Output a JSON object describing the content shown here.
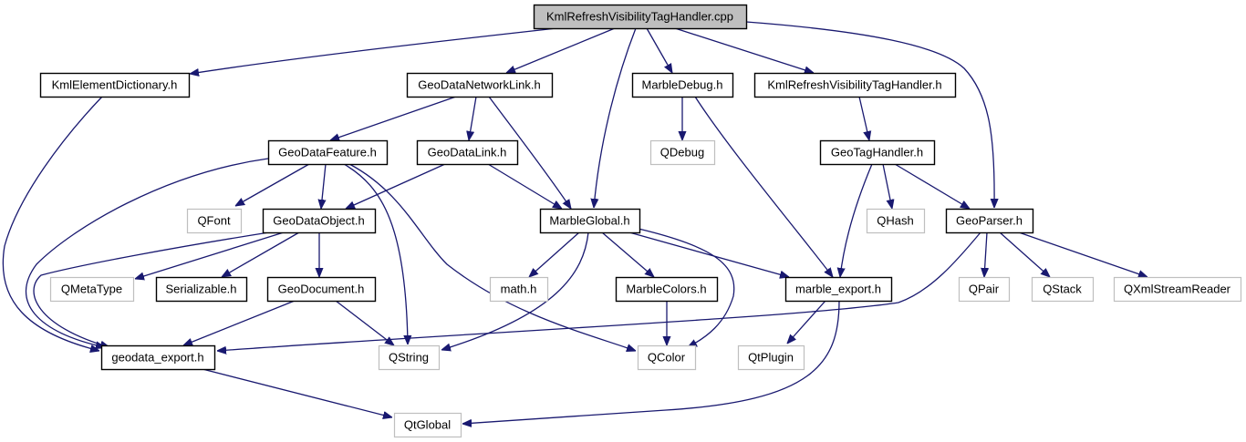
{
  "diagram": {
    "title": "KmlRefreshVisibilityTagHandler.cpp",
    "type": "include-dependency-graph",
    "colors": {
      "edge": "#191970",
      "root_fill": "#bfbfbf",
      "root_border": "#000000",
      "documented_border": "#000000",
      "external_border": "#bfbfbf",
      "node_fill": "#ffffff"
    },
    "nodes": [
      {
        "id": "root",
        "label": "KmlRefreshVisibilityTagHandler.cpp",
        "kind": "root"
      },
      {
        "id": "kmlelementdictionary",
        "label": "KmlElementDictionary.h",
        "kind": "documented"
      },
      {
        "id": "geodatanetworklink",
        "label": "GeoDataNetworkLink.h",
        "kind": "documented"
      },
      {
        "id": "marbledebug",
        "label": "MarbleDebug.h",
        "kind": "documented"
      },
      {
        "id": "kmlrefreshh",
        "label": "KmlRefreshVisibilityTagHandler.h",
        "kind": "documented"
      },
      {
        "id": "geodatafeature",
        "label": "GeoDataFeature.h",
        "kind": "documented"
      },
      {
        "id": "geodatalink",
        "label": "GeoDataLink.h",
        "kind": "documented"
      },
      {
        "id": "qdebug",
        "label": "QDebug",
        "kind": "external"
      },
      {
        "id": "geotaghandler",
        "label": "GeoTagHandler.h",
        "kind": "documented"
      },
      {
        "id": "qfont",
        "label": "QFont",
        "kind": "external"
      },
      {
        "id": "geodataobject",
        "label": "GeoDataObject.h",
        "kind": "documented"
      },
      {
        "id": "marbleglobal",
        "label": "MarbleGlobal.h",
        "kind": "documented"
      },
      {
        "id": "qhash",
        "label": "QHash",
        "kind": "external"
      },
      {
        "id": "geoparser",
        "label": "GeoParser.h",
        "kind": "documented"
      },
      {
        "id": "qmetatype",
        "label": "QMetaType",
        "kind": "external"
      },
      {
        "id": "serializable",
        "label": "Serializable.h",
        "kind": "documented"
      },
      {
        "id": "geodocument",
        "label": "GeoDocument.h",
        "kind": "documented"
      },
      {
        "id": "mathh",
        "label": "math.h",
        "kind": "external"
      },
      {
        "id": "marblecolors",
        "label": "MarbleColors.h",
        "kind": "documented"
      },
      {
        "id": "marbleexport",
        "label": "marble_export.h",
        "kind": "documented"
      },
      {
        "id": "qpair",
        "label": "QPair",
        "kind": "external"
      },
      {
        "id": "qstack",
        "label": "QStack",
        "kind": "external"
      },
      {
        "id": "qxmlstreamreader",
        "label": "QXmlStreamReader",
        "kind": "external"
      },
      {
        "id": "geodataexport",
        "label": "geodata_export.h",
        "kind": "documented"
      },
      {
        "id": "qstring",
        "label": "QString",
        "kind": "external"
      },
      {
        "id": "qcolor",
        "label": "QColor",
        "kind": "external"
      },
      {
        "id": "qtplugin",
        "label": "QtPlugin",
        "kind": "external"
      },
      {
        "id": "qtglobal",
        "label": "QtGlobal",
        "kind": "external"
      }
    ],
    "edges": [
      {
        "from": "root",
        "to": "kmlelementdictionary"
      },
      {
        "from": "root",
        "to": "geodatanetworklink"
      },
      {
        "from": "root",
        "to": "marbleglobal"
      },
      {
        "from": "root",
        "to": "marbledebug"
      },
      {
        "from": "root",
        "to": "kmlrefreshh"
      },
      {
        "from": "root",
        "to": "geoparser"
      },
      {
        "from": "kmlelementdictionary",
        "to": "geodataexport"
      },
      {
        "from": "geodatanetworklink",
        "to": "geodatafeature"
      },
      {
        "from": "geodatanetworklink",
        "to": "geodatalink"
      },
      {
        "from": "geodatanetworklink",
        "to": "marbleglobal"
      },
      {
        "from": "marbledebug",
        "to": "qdebug"
      },
      {
        "from": "marbledebug",
        "to": "marbleexport"
      },
      {
        "from": "kmlrefreshh",
        "to": "geotaghandler"
      },
      {
        "from": "geodatafeature",
        "to": "qfont"
      },
      {
        "from": "geodatafeature",
        "to": "geodataobject"
      },
      {
        "from": "geodatafeature",
        "to": "qstring"
      },
      {
        "from": "geodatafeature",
        "to": "qcolor"
      },
      {
        "from": "geodatafeature",
        "to": "geodataexport"
      },
      {
        "from": "geodatalink",
        "to": "geodataobject"
      },
      {
        "from": "geodatalink",
        "to": "marbleglobal"
      },
      {
        "from": "geotaghandler",
        "to": "qhash"
      },
      {
        "from": "geotaghandler",
        "to": "geoparser"
      },
      {
        "from": "geotaghandler",
        "to": "marbleexport"
      },
      {
        "from": "geodataobject",
        "to": "qmetatype"
      },
      {
        "from": "geodataobject",
        "to": "serializable"
      },
      {
        "from": "geodataobject",
        "to": "geodocument"
      },
      {
        "from": "geodataobject",
        "to": "geodataexport"
      },
      {
        "from": "marbleglobal",
        "to": "mathh"
      },
      {
        "from": "marbleglobal",
        "to": "marblecolors"
      },
      {
        "from": "marbleglobal",
        "to": "marbleexport"
      },
      {
        "from": "marbleglobal",
        "to": "qstring"
      },
      {
        "from": "marbleglobal",
        "to": "qcolor"
      },
      {
        "from": "geoparser",
        "to": "qpair"
      },
      {
        "from": "geoparser",
        "to": "qstack"
      },
      {
        "from": "geoparser",
        "to": "qxmlstreamreader"
      },
      {
        "from": "geoparser",
        "to": "geodataexport"
      },
      {
        "from": "geodocument",
        "to": "geodataexport"
      },
      {
        "from": "geodocument",
        "to": "qstring"
      },
      {
        "from": "marblecolors",
        "to": "qcolor"
      },
      {
        "from": "marbleexport",
        "to": "qtplugin"
      },
      {
        "from": "marbleexport",
        "to": "qtglobal"
      },
      {
        "from": "geodataexport",
        "to": "qtglobal"
      }
    ]
  }
}
